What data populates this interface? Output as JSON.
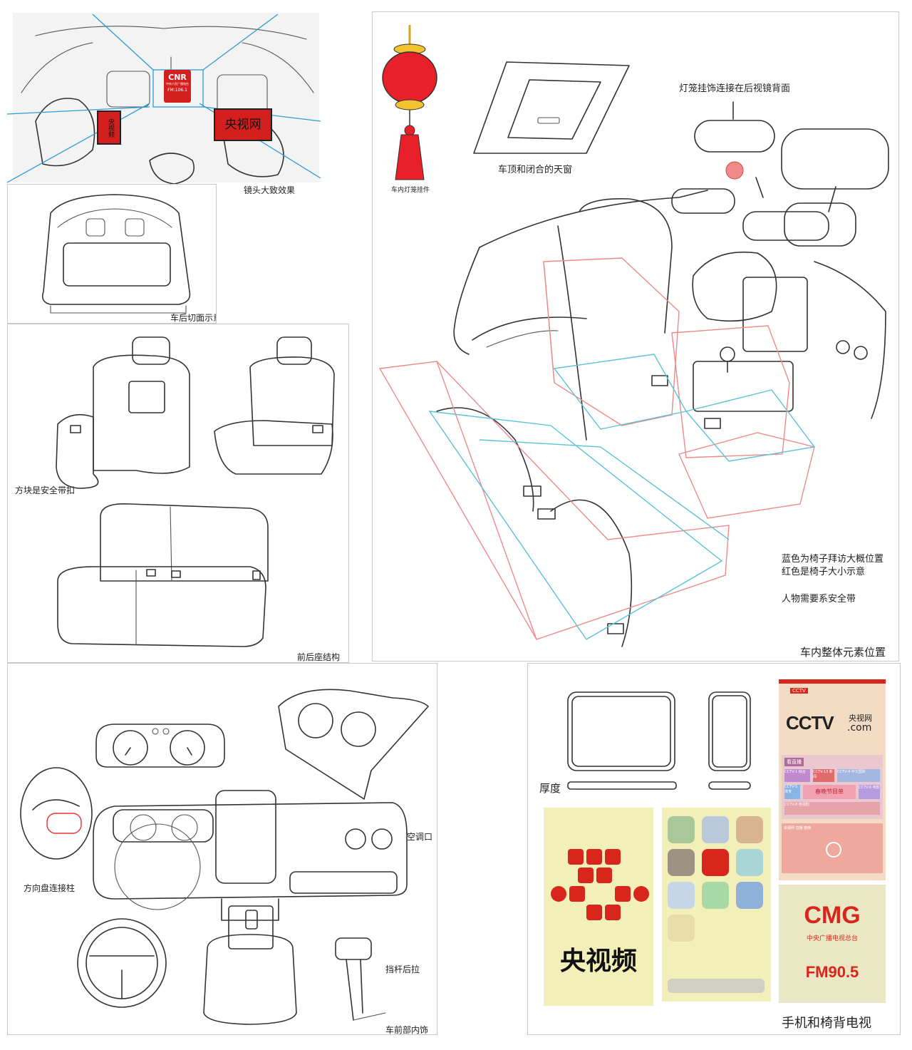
{
  "captions": {
    "camera_effect": "镜头大致效果",
    "rear_section": "车后切面示意",
    "seat_structure": "前后座结构",
    "seat_buckle_note": "方块是安全带扣",
    "lantern_label": "车内灯笼挂件",
    "sunroof_label": "车顶和闭合的天窗",
    "lantern_note": "灯笼挂饰连接在后视镜背面",
    "blue_note": "蓝色为椅子拜访大概位置",
    "red_note": "红色是椅子大小示意",
    "belt_note": "人物需要系安全带",
    "interior_layout": "车内整体元素位置",
    "air_vent": "空调口",
    "steering_column": "方向盘连接柱",
    "gear_lever": "挡杆后拉",
    "front_interior": "车前部内饰",
    "thickness": "厚度",
    "phone_tv": "手机和椅背电视"
  },
  "screens": {
    "cnr": {
      "logo": "CNR",
      "sub": "中央人民广播电台",
      "freq": "FM:106.1"
    },
    "seat_screen_text": "央视网",
    "kid_screen_text": "央视频",
    "cctv_app": {
      "logo": "CCTV",
      "logo_suffix": ".com",
      "cn_name": "央视网",
      "tag_live": "看直播",
      "tile_a": "CCTV-1 综合",
      "tile_b": "CCTV-13 新闻",
      "tile_c": "CCTV-4 中文国际",
      "tile_d": "CCTV-5 体育",
      "tile_e": "CCTV-6 电影",
      "tile_f": "CCTV-8 电视剧",
      "gala": "春晚节目单",
      "footer": "央视网 直播 春晚"
    },
    "ysp": {
      "name": "央视频"
    },
    "cmg": {
      "logo": "CMG",
      "sub": "中央广播电视总台",
      "freq": "FM90.5"
    }
  },
  "colors": {
    "lantern_red": "#e8202a",
    "lantern_gold": "#f2c230",
    "cctv_red": "#d9261c",
    "pale_yellow": "#f3efb8",
    "guide_blue": "#5bc3d6",
    "guide_red": "#ef8a8a"
  },
  "icons": [
    "camera-icon",
    "chart-icon",
    "record-icon",
    "heart-icon",
    "ysp-app-icon",
    "stats-icon",
    "music-icon",
    "cup-icon",
    "mail-icon",
    "phone-icon"
  ]
}
